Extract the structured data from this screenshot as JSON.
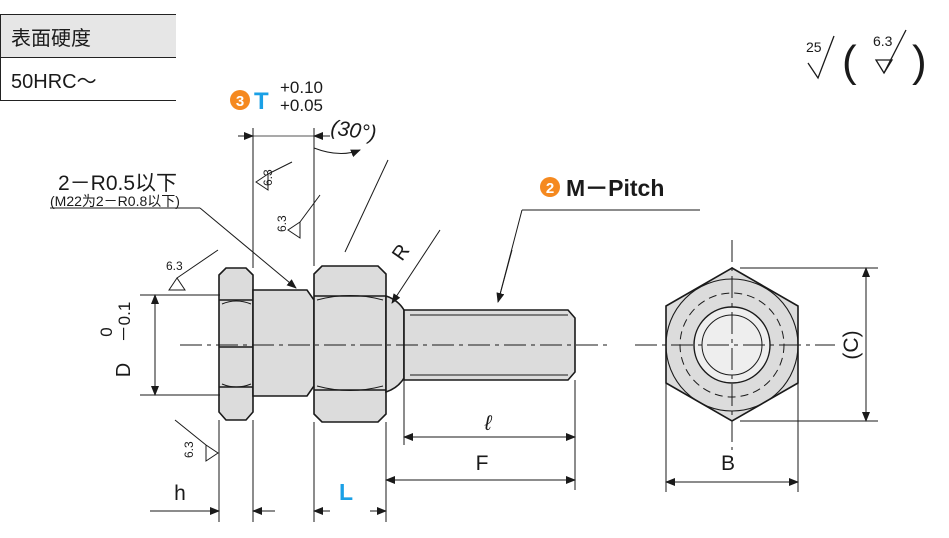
{
  "hardness_table": {
    "header": "表面硬度",
    "value": "50HRC～"
  },
  "surface_finish": {
    "general": "25",
    "other": "6.3",
    "tolerance_marks": [
      "6.3",
      "6.3",
      "6.3",
      "6.3"
    ]
  },
  "callouts": {
    "t_badge": "3",
    "t_letter": "T",
    "t_tol_upper": "+0.10",
    "t_tol_lower": "+0.05",
    "angle": "(30°)",
    "radius_main": "2－R0.5以下",
    "radius_note": "(M22为2－R0.8以下)",
    "m_badge": "2",
    "m_pitch": "M－Pitch",
    "r": "R",
    "d_tol_upper": "0",
    "d_tol_lower": "－0.1",
    "d": "D",
    "h": "h",
    "l_blue": "L",
    "ell": "ℓ",
    "f": "F",
    "b": "B",
    "c": "(C)"
  },
  "colors": {
    "badge": "#f5891f",
    "accent_blue": "#1aa0e6",
    "part_fill": "#dcdcdc",
    "line": "#1a1a1a"
  }
}
